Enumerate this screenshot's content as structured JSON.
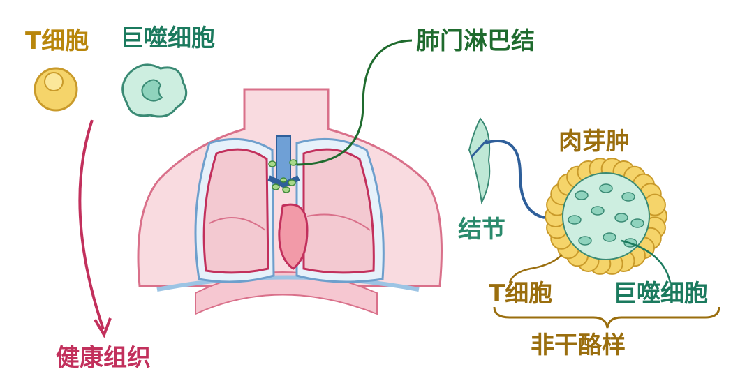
{
  "labels": {
    "t_cell_top": "T细胞",
    "macrophage_top": "巨噬细胞",
    "hilar_lymph_node": "肺门淋巴结",
    "healthy_tissue": "健康组织",
    "nodule": "结节",
    "granuloma": "肉芽肿",
    "t_cell_bottom": "T细胞",
    "macrophage_bottom": "巨噬细胞",
    "non_caseating": "非干酪样"
  },
  "colors": {
    "t_cell": "#b8860b",
    "macrophage": "#1b7a5e",
    "lymph_node": "#1f6b2e",
    "healthy": "#c2305c",
    "nodule": "#2a8a6c",
    "granuloma": "#9a6e0e",
    "skin": "#f9dbe0",
    "lung": "#f3c9d1",
    "pleura": "#9cc4e4"
  }
}
